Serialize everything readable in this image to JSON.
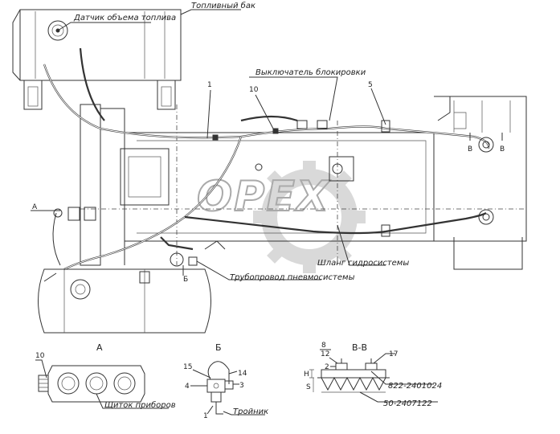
{
  "labels": {
    "fuel_tank": "Топливный бак",
    "fuel_sensor": "Датчик объема топлива",
    "lock_switch": "Выключатель блокировки",
    "hydraulic_hose": "Шланг гидросистемы",
    "pneumatic_pipe": "Трубопровод пневмосистемы",
    "instrument_panel": "Щиток приборов",
    "tee": "Тройник",
    "part_a": "822-2401024",
    "part_b": "50-2407122"
  },
  "callouts": {
    "c1": "1",
    "c10": "10",
    "c5": "5",
    "view_a_arrow": "А",
    "view_b_arrow": "Б",
    "view_v_left": "В",
    "view_v_right": "В",
    "detail_a_title": "А",
    "detail_b_title": "Б",
    "detail_v_title": "В-В",
    "da_10": "10",
    "db_15": "15",
    "db_4": "4",
    "db_14": "14",
    "db_3": "3",
    "db_1": "1",
    "dv_8": "8",
    "dv_12": "12",
    "dv_2": "2",
    "dv_17": "17",
    "dv_h": "H",
    "dv_s": "S"
  },
  "watermark": "ОРЕХ"
}
